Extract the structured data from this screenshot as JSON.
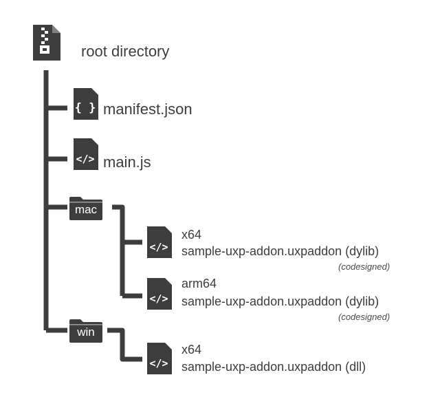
{
  "root": {
    "label": "root directory",
    "icon": "zip-file-icon"
  },
  "files": [
    {
      "label": "manifest.json",
      "icon": "json-file-icon",
      "glyph": "{ }"
    },
    {
      "label": "main.js",
      "icon": "code-file-icon",
      "glyph": "</>"
    }
  ],
  "folders": [
    {
      "name": "mac",
      "icon": "folder-icon",
      "entries": [
        {
          "arch": "x64",
          "file": "sample-uxp-addon.uxpaddon (dylib)",
          "note": "(codesigned)",
          "icon": "code-file-icon",
          "glyph": "</>"
        },
        {
          "arch": "arm64",
          "file": "sample-uxp-addon.uxpaddon (dylib)",
          "note": "(codesigned)",
          "icon": "code-file-icon",
          "glyph": "</>"
        }
      ]
    },
    {
      "name": "win",
      "icon": "folder-icon",
      "entries": [
        {
          "arch": "x64",
          "file": "sample-uxp-addon.uxpaddon (dll)",
          "icon": "code-file-icon",
          "glyph": "</>"
        }
      ]
    }
  ],
  "colors": {
    "icon": "#3d3d3d",
    "line": "#3d3d3d",
    "text": "#3d3d3d",
    "icon_glyph": "#ffffff"
  }
}
